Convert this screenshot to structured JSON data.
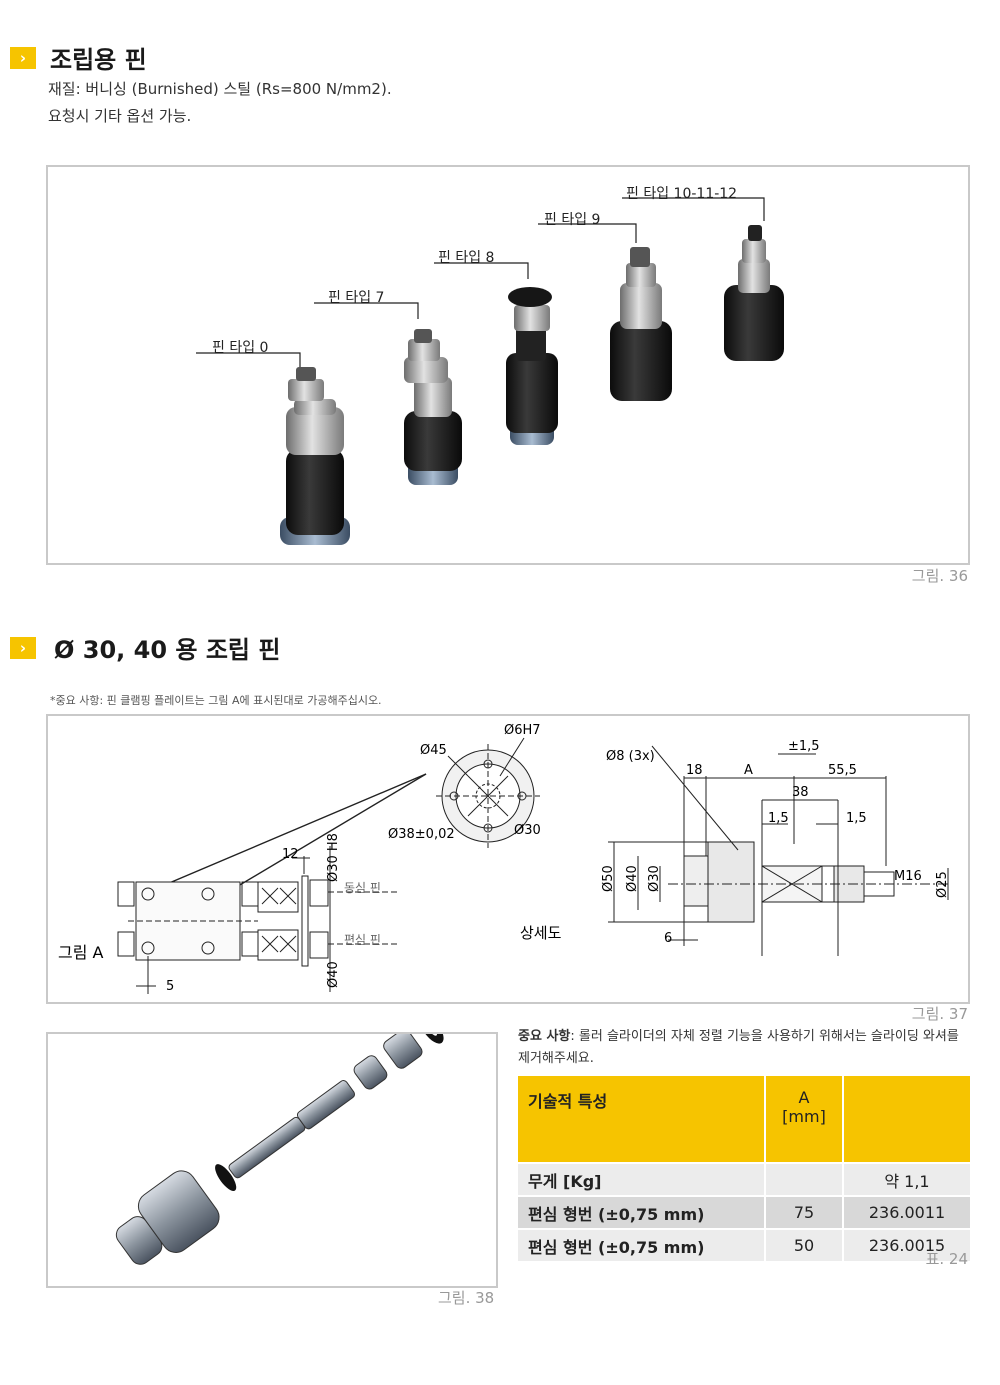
{
  "section1": {
    "title": "조립용 핀",
    "line1": "재질: 버니싱 (Burnished) 스틸 (Rs=800 N/mm2).",
    "line2": "요청시 기타 옵션 가능.",
    "labels": [
      "핀 타입 0",
      "핀 타입 7",
      "핀 타입 8",
      "핀 타입 9",
      "핀 타입 10-11-12"
    ],
    "figure": "그림. 36"
  },
  "section2": {
    "title": "Ø 30, 40 용 조립 핀",
    "note": "*중요 사항: 핀 클램핑 플레이트는 그림 A에 표시된대로 가공해주십시오.",
    "drawing": {
      "d45": "Ø45",
      "d6h7": "Ø6H7",
      "d38": "Ø38±0,02",
      "d30": "Ø30",
      "d30h8": "Ø30 H8",
      "d40v": "Ø40",
      "dim12": "12",
      "dim5": "5",
      "concentric": "동심 핀",
      "eccentric": "편심 핀",
      "figA": "그림 A",
      "detail": "상세도",
      "d8": "Ø8 (3x)",
      "pm15": "±1,5",
      "dim18": "18",
      "dimA": "A",
      "dim555": "55,5",
      "dim38": "38",
      "dim15a": "1,5",
      "dim15b": "1,5",
      "d50": "Ø50",
      "d40": "Ø40",
      "d30b": "Ø30",
      "m16": "M16",
      "d25": "Ø25",
      "dim6": "6"
    },
    "figure37": "그림. 37",
    "figure38": "그림. 38",
    "important_label": "중요 사항",
    "important_text": ": 롤러 슬라이더의 자체 정렬 기능을 사용하기 위해서는 슬라이딩 와셔를 제거해주세요.",
    "table": {
      "header": [
        "기술적 특성",
        "A",
        "[mm]"
      ],
      "rows": [
        {
          "label": "무게 [Kg]",
          "a": "",
          "code": "약 1,1"
        },
        {
          "label": "편심 형번 (±0,75 mm)",
          "a": "75",
          "code": "236.0011"
        },
        {
          "label": "편심 형번 (±0,75 mm)",
          "a": "50",
          "code": "236.0015"
        }
      ],
      "caption": "표. 24"
    }
  },
  "colors": {
    "accent": "#f6c400",
    "frame": "#c9c9c9"
  }
}
